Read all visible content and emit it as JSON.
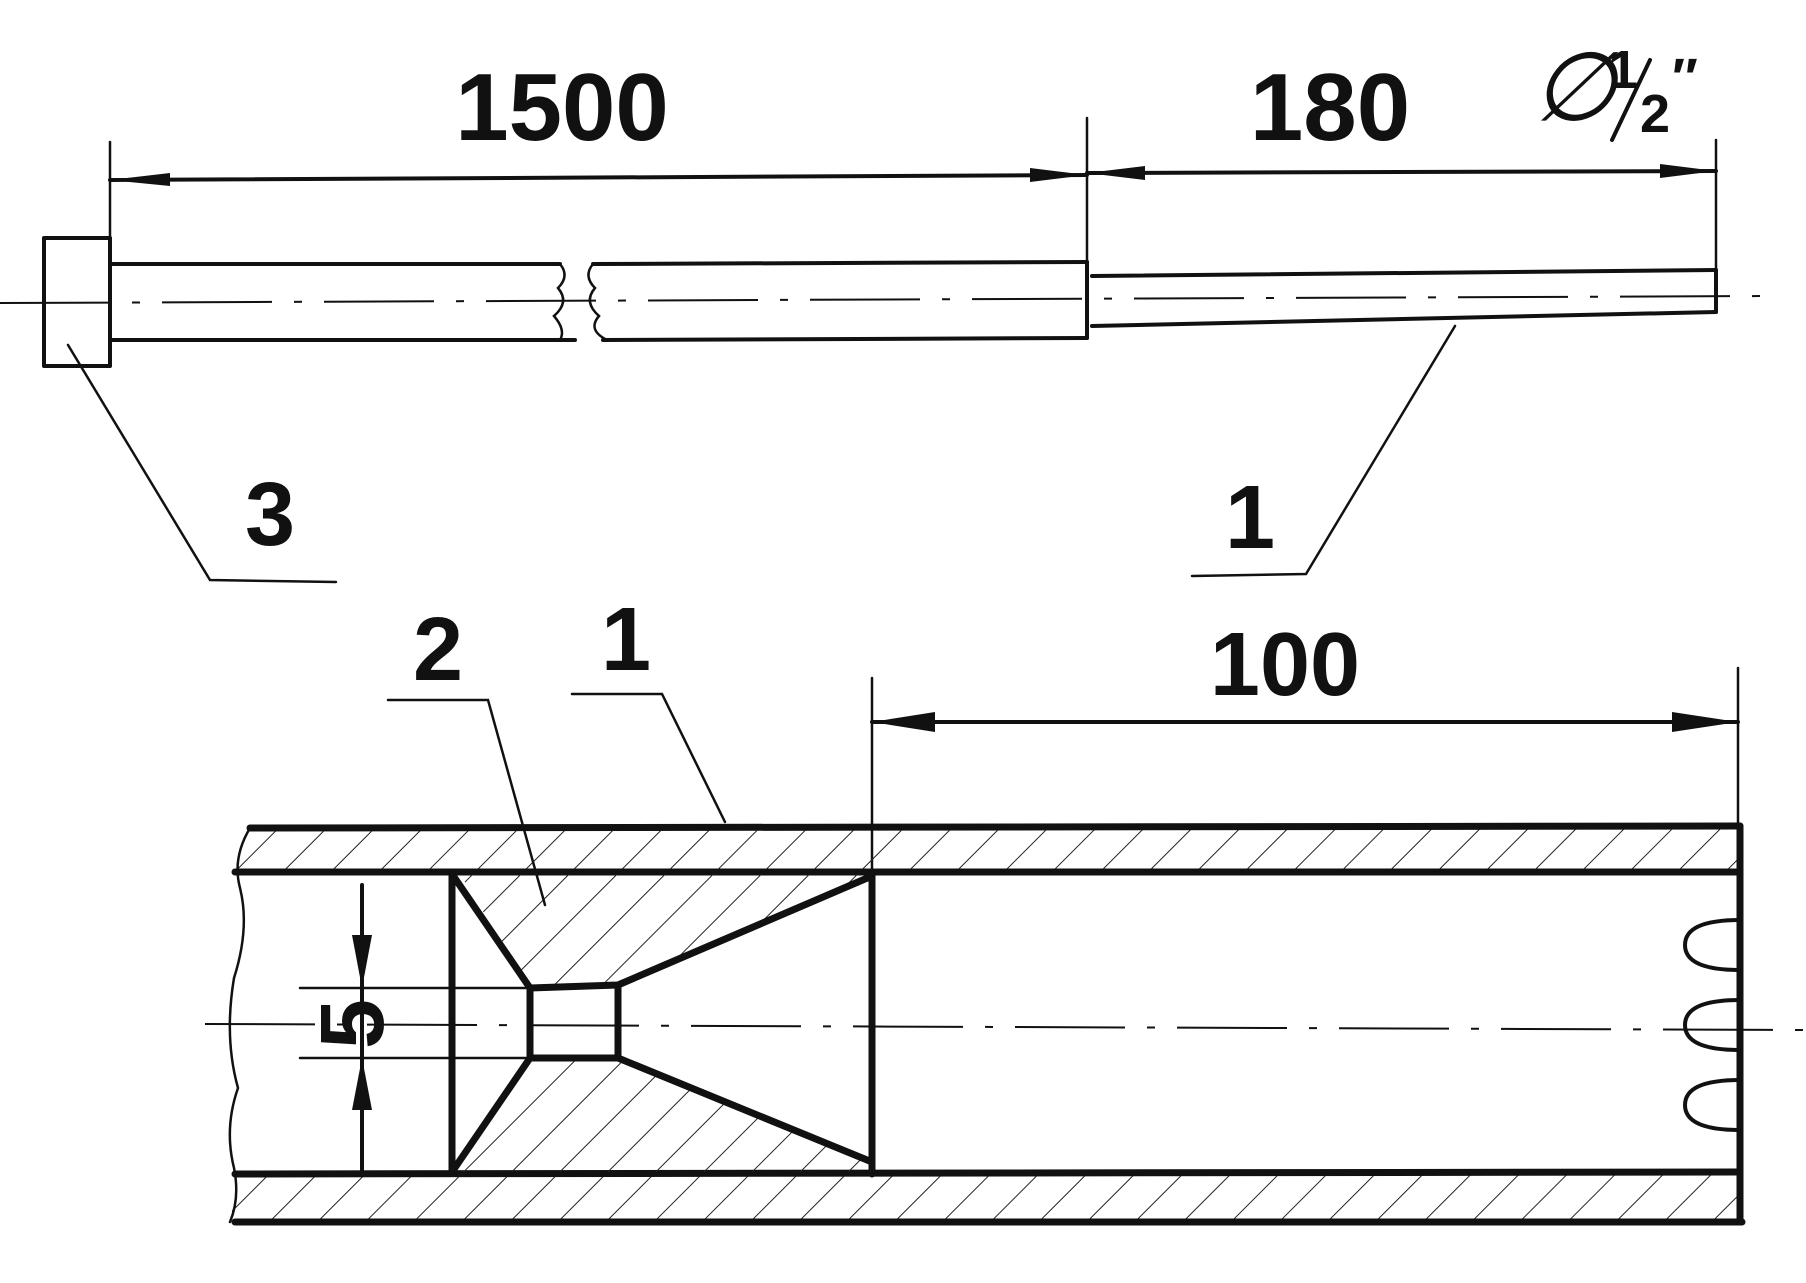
{
  "top_view": {
    "dim_length": "1500",
    "dim_nozzle": "180",
    "diameter_symbol": "∅",
    "diameter_num": "1",
    "diameter_den": "2",
    "diameter_inch": "″",
    "callout_left": "3",
    "callout_right": "1"
  },
  "detail_view": {
    "callout_insert": "2",
    "callout_pipe": "1",
    "dim_length": "100",
    "dim_hole": "5"
  }
}
